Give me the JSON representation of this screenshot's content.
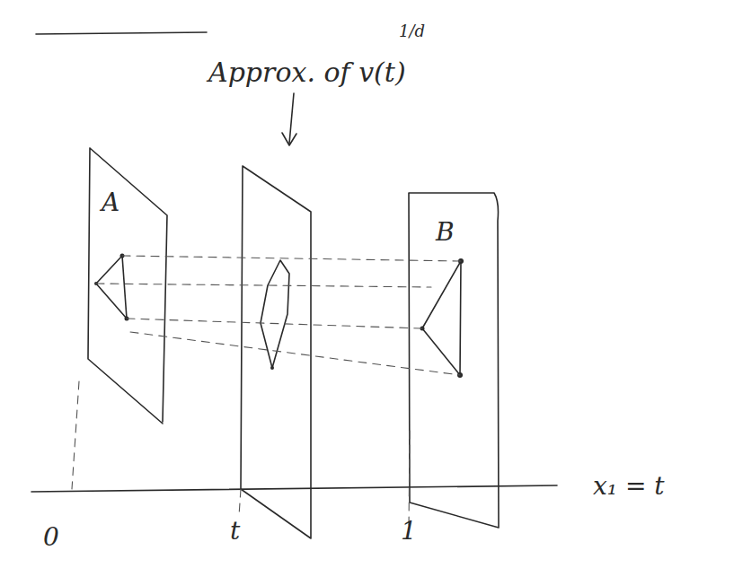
{
  "diagram": {
    "labels": [
      "Approx. of v(t)",
      "1/d",
      "A",
      "B",
      "0",
      "t",
      "1",
      "x₁ = t"
    ]
  }
}
